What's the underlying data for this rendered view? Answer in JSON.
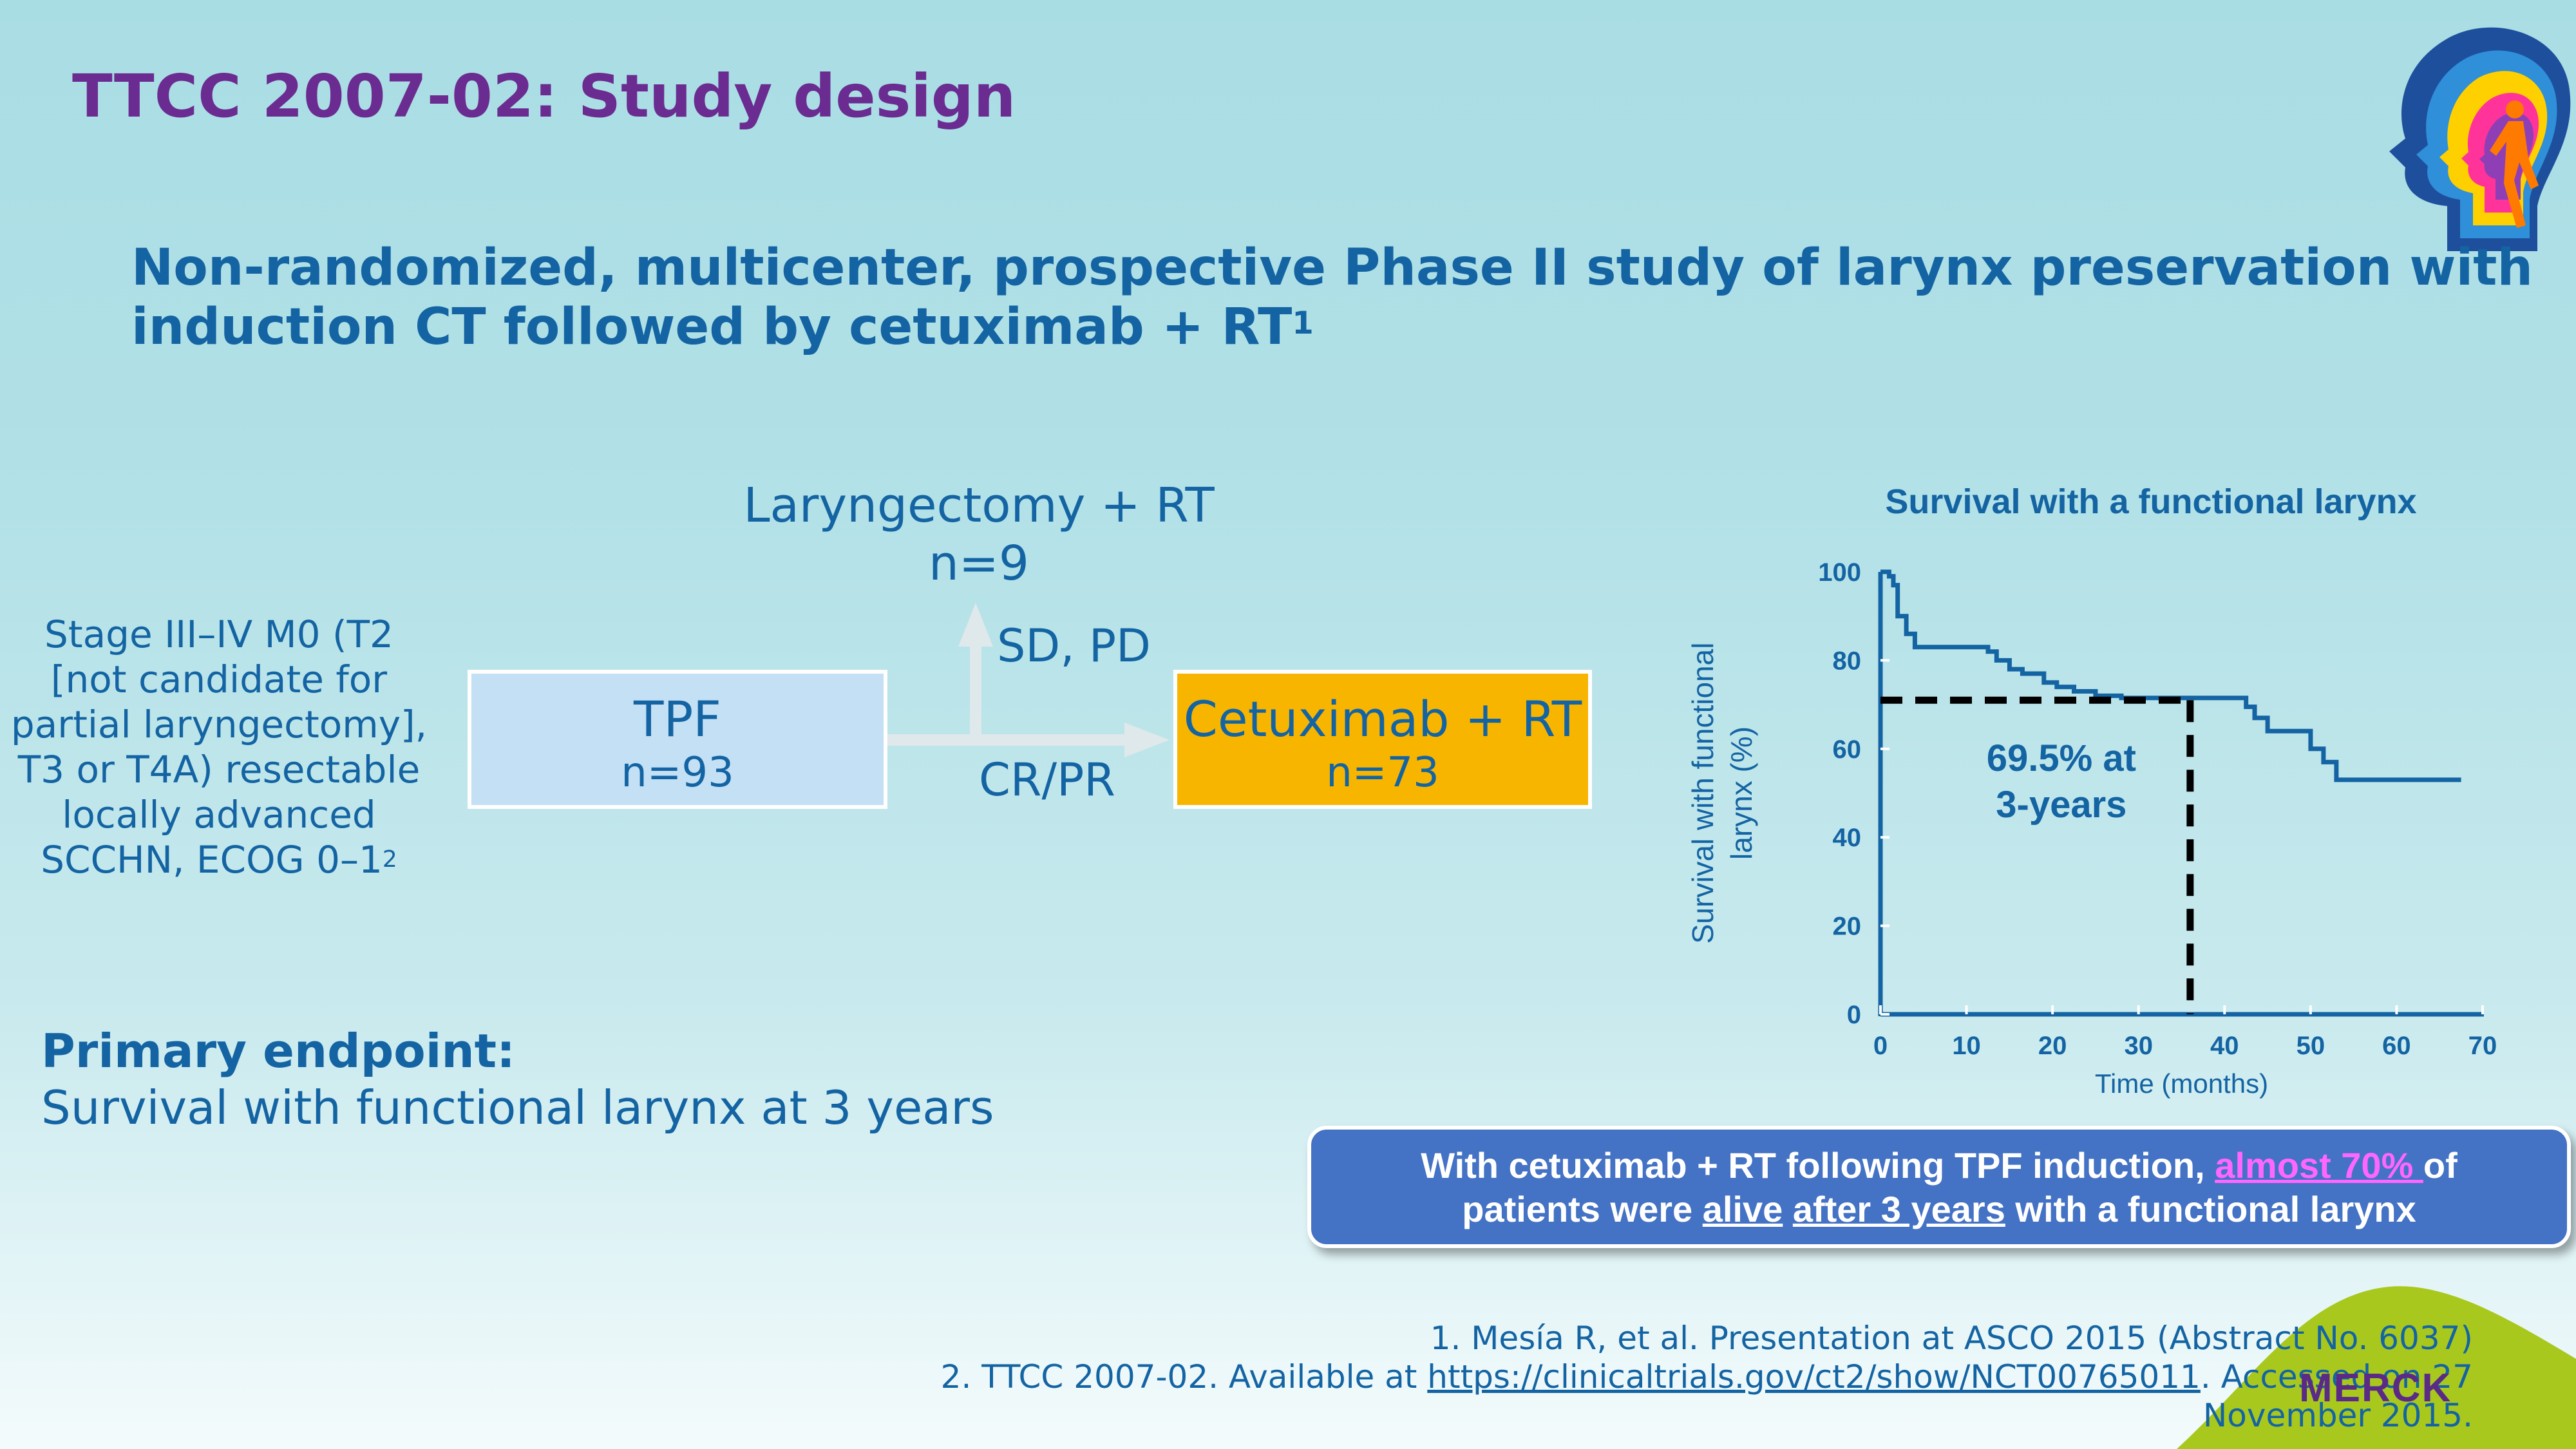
{
  "slide": {
    "title": "TTCC 2007-02: Study design",
    "subtitle_line1": "Non-randomized, multicenter, prospective Phase II study of larynx preservation with",
    "subtitle_line2": "induction CT followed by cetuximab + RT",
    "subtitle_sup": "1"
  },
  "flow": {
    "stage_lines": [
      "Stage III–IV M0 (T2",
      "[not candidate for",
      "partial laryngectomy],",
      "T3 or T4A) resectable",
      "locally advanced"
    ],
    "stage_last": "SCCHN, ECOG 0–1",
    "stage_sup": "2",
    "tpf_label": "TPF",
    "tpf_n": "n=93",
    "laryngectomy_label": "Laryngectomy + RT",
    "laryngectomy_n": "n=9",
    "sd_pd": "SD, PD",
    "cr_pr": "CR/PR",
    "cetux_label": "Cetuximab + RT",
    "cetux_n": "n=73",
    "arrow_color": "#dfe8ea"
  },
  "endpoint": {
    "label": "Primary endpoint:",
    "text": "Survival with functional larynx at 3 years"
  },
  "chart_data": {
    "type": "line",
    "title": "Survival with a functional larynx",
    "xlabel": "Time (months)",
    "ylabel_line1": "Survival with functional",
    "ylabel_line2": "larynx (%)",
    "xlim": [
      0,
      70
    ],
    "ylim": [
      0,
      100
    ],
    "x_ticks": [
      0,
      10,
      20,
      30,
      40,
      50,
      60,
      70
    ],
    "y_ticks": [
      0,
      20,
      40,
      60,
      80,
      100
    ],
    "series": [
      {
        "color": "#1464a3",
        "x": [
          0,
          1,
          1,
          1.5,
          1.5,
          2,
          2,
          3,
          3,
          4,
          4,
          7,
          7,
          12.5,
          12.5,
          13.5,
          13.5,
          15,
          15,
          16.5,
          16.5,
          19,
          19,
          20.5,
          20.5,
          22.5,
          22.5,
          25,
          25,
          28,
          28,
          42.5,
          42.5,
          43.5,
          43.5,
          45,
          45,
          50,
          50,
          51.5,
          51.5,
          53,
          53,
          67.5
        ],
        "y": [
          100,
          100,
          99,
          99,
          97,
          97,
          90,
          90,
          86,
          86,
          83,
          83,
          83,
          83,
          82,
          82,
          80,
          80,
          78,
          78,
          77,
          77,
          75,
          75,
          74,
          74,
          73,
          73,
          72,
          72,
          71.5,
          71.5,
          69.5,
          69.5,
          67,
          67,
          64,
          64,
          60,
          60,
          57,
          57,
          53,
          53
        ]
      }
    ],
    "reference_x": 36,
    "reference_y": 71,
    "annotation_line1": "69.5% at",
    "annotation_line2": "3-years",
    "grid": false
  },
  "callout": {
    "line1_a": "With cetuximab + RT following TPF induction, ",
    "line1_hl": "almost 70% ",
    "line1_b": "of",
    "line2_a": "patients were ",
    "line2_alive": "alive",
    "line2_sp": " ",
    "line2_after": "after 3 years",
    "line2_b": " with a functional larynx",
    "bg_color": "#4472c4",
    "highlight_color": "#ff66ff"
  },
  "references": {
    "ref1": "1. Mesía R, et al. Presentation at ASCO 2015 (Abstract No. 6037)",
    "ref2_a": "2. TTCC 2007-02. Available at ",
    "ref2_link": "https://clinicaltrials.gov/ct2/show/NCT00765011",
    "ref2_b": ". Accessed on 27",
    "ref2_c": "November 2015."
  },
  "brand": {
    "logo_text": "MERCK",
    "logo_color": "#5b2a86",
    "accent_color": "#a8c81e"
  },
  "icons": {
    "head_icon": "colorful-head-silhouette-icon",
    "brand_logo": "merck-logo"
  }
}
